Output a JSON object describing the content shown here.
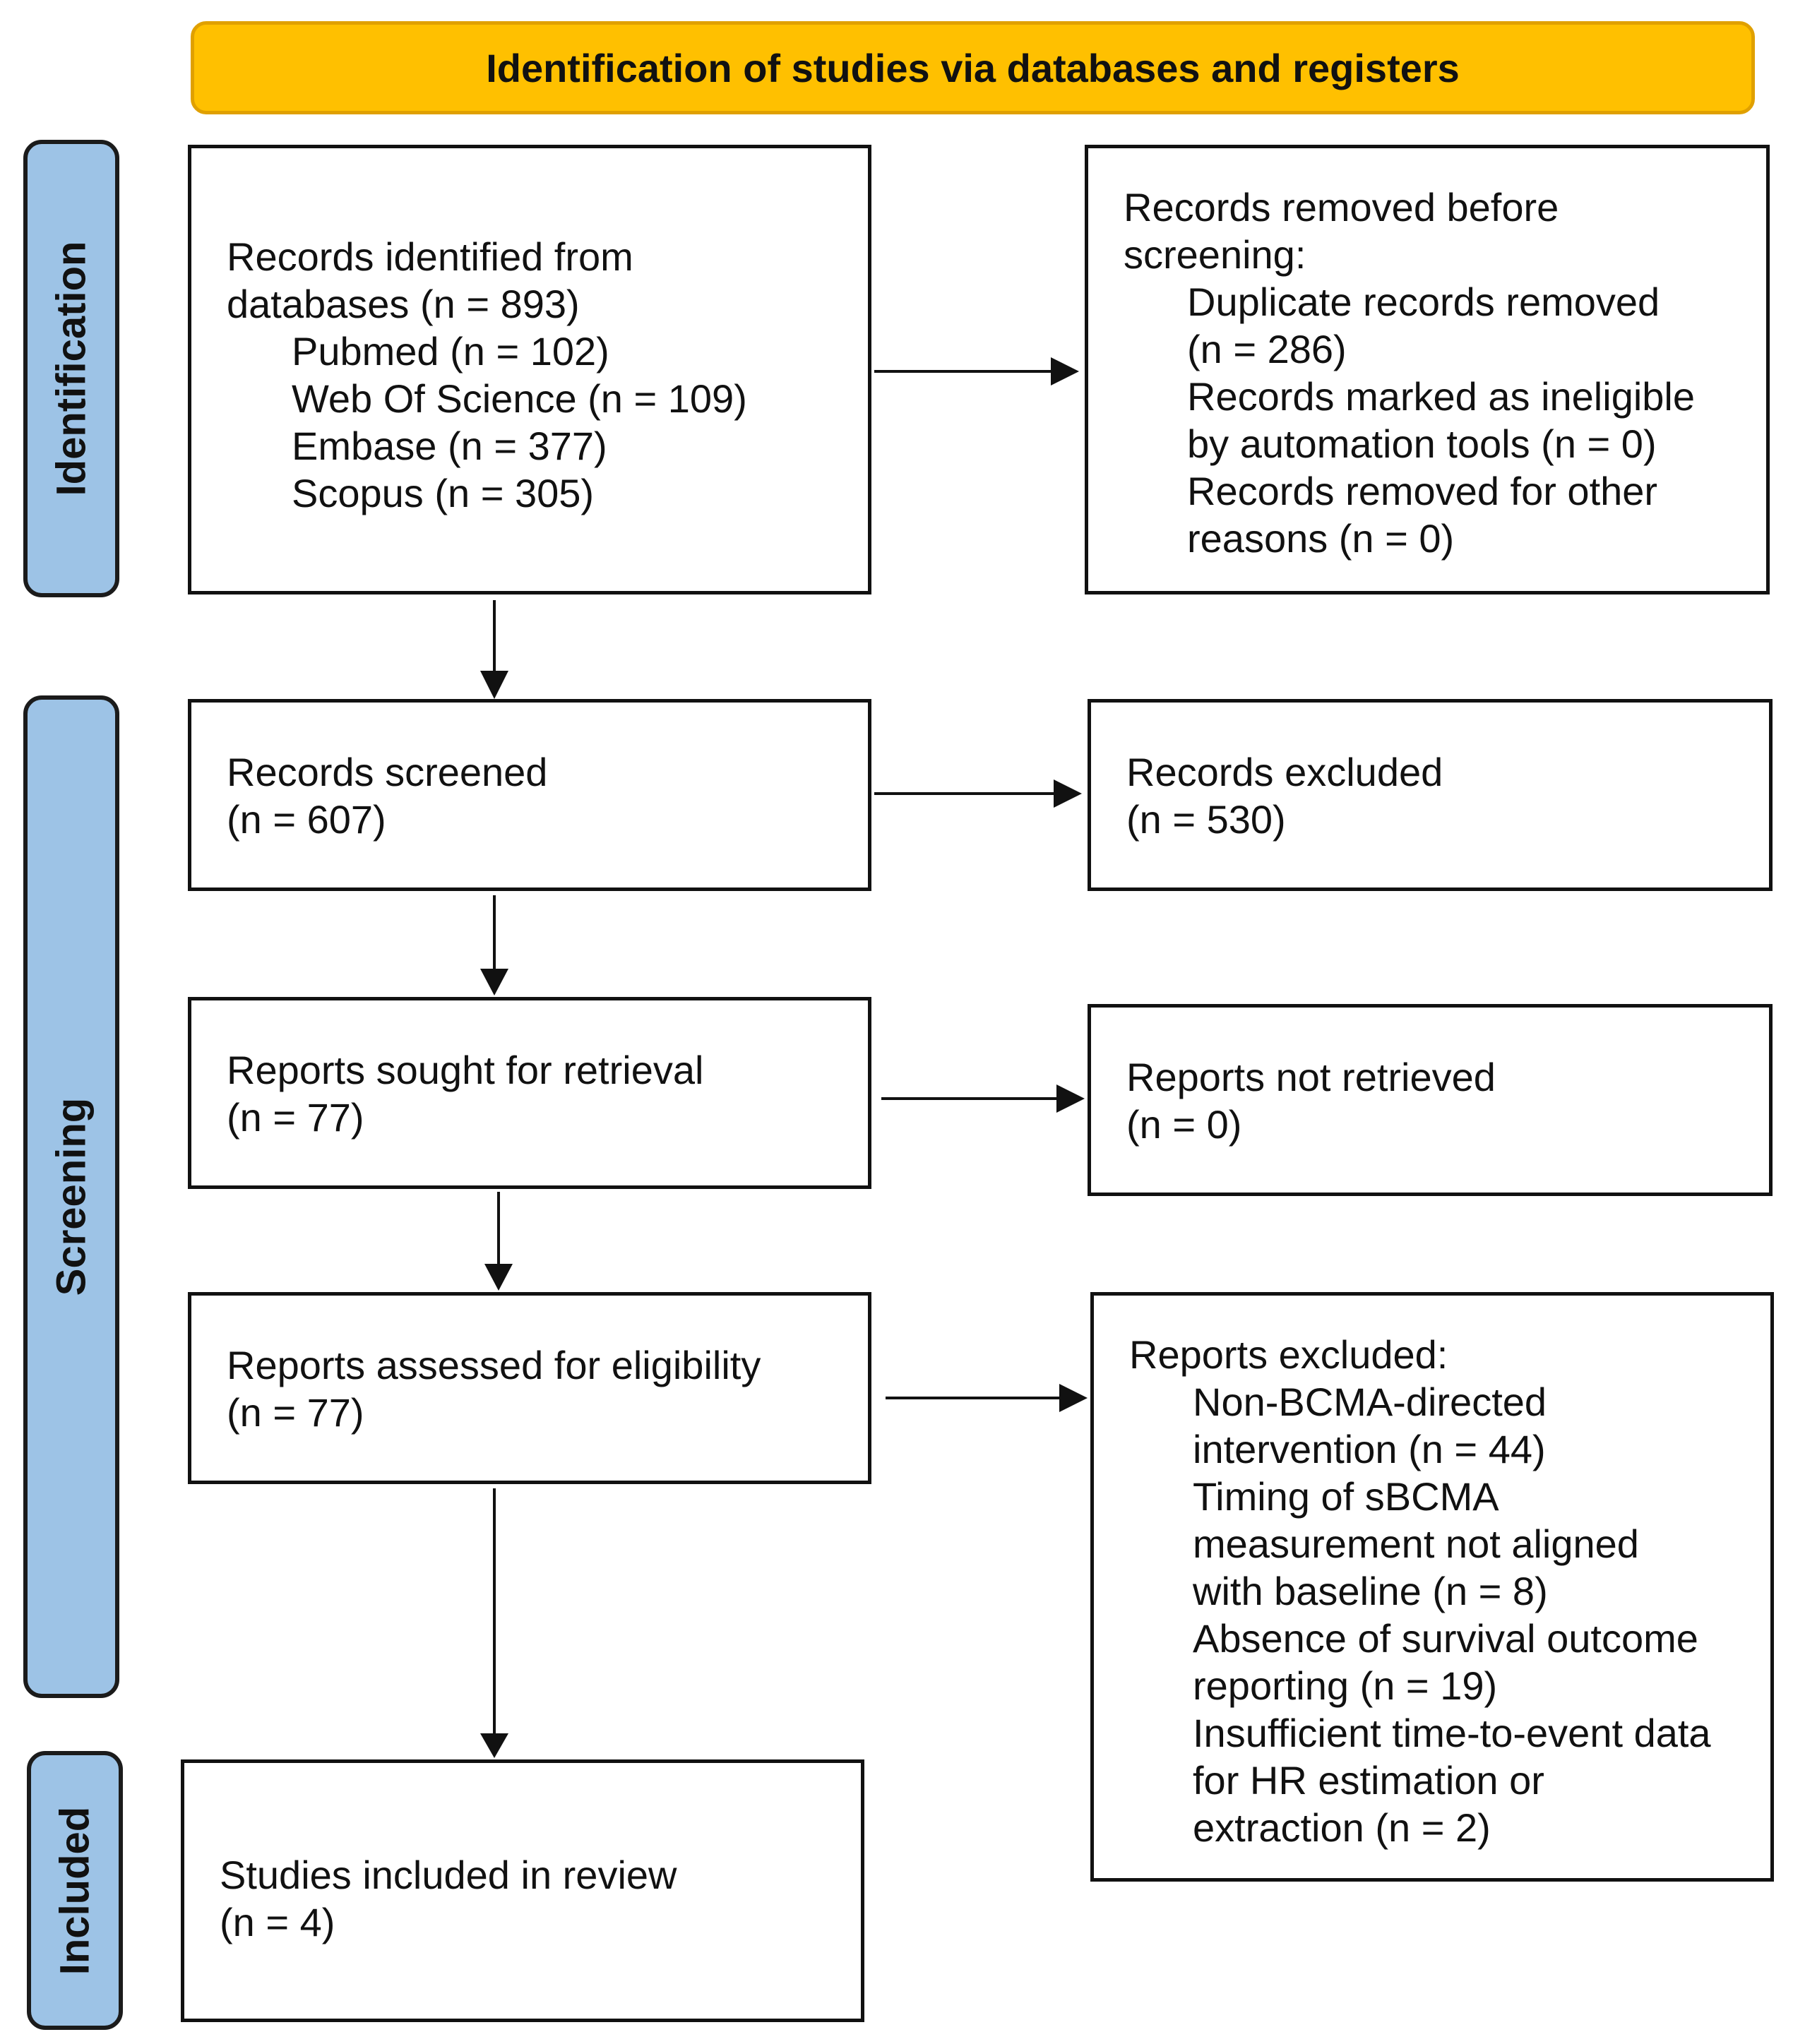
{
  "banner": {
    "title": "Identification of studies via databases and registers"
  },
  "phases": {
    "identification": "Identification",
    "screening": "Screening",
    "included": "Included"
  },
  "identified": {
    "heading_line1": "Records identified from",
    "heading_line2": "databases (n = 893)",
    "sources": [
      "Pubmed (n = 102)",
      "Web Of Science (n = 109)",
      "Embase (n = 377)",
      "Scopus (n = 305)"
    ]
  },
  "removed": {
    "heading_line1": "Records removed before",
    "heading_line2": "screening:",
    "lines": [
      "Duplicate records removed",
      "(n = 286)",
      "Records marked as ineligible",
      "by automation tools (n = 0)",
      "Records removed for other",
      "reasons (n = 0)"
    ]
  },
  "screened": {
    "line1": "Records screened",
    "line2": "(n = 607)"
  },
  "excluded": {
    "line1": "Records excluded",
    "line2": "(n = 530)"
  },
  "sought": {
    "line1": "Reports sought for retrieval",
    "line2": "(n = 77)"
  },
  "not_retrieved": {
    "line1": "Reports not retrieved",
    "line2": "(n = 0)"
  },
  "assessed": {
    "line1": "Reports assessed for eligibility",
    "line2": "(n = 77)"
  },
  "reports_excluded": {
    "heading": "Reports excluded:",
    "lines": [
      "Non-BCMA-directed",
      "intervention  (n = 44)",
      "Timing of sBCMA",
      "measurement not aligned",
      "with baseline (n = 8)",
      "Absence of survival outcome",
      "reporting (n = 19)",
      "Insufficient time-to-event data",
      "for HR estimation or",
      "extraction (n = 2)"
    ]
  },
  "included": {
    "line1": "Studies included in review",
    "line2": "(n = 4)"
  }
}
